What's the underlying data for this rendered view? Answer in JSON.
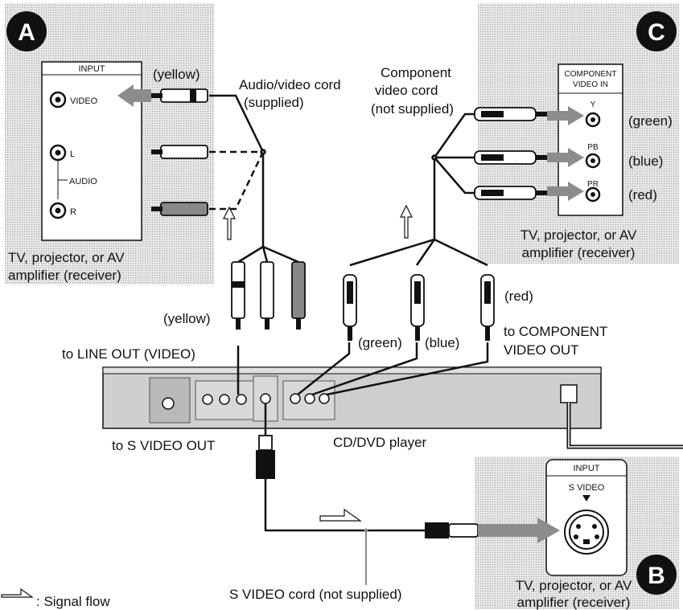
{
  "badges": {
    "a": "A",
    "b": "B",
    "c": "C"
  },
  "panel_a": {
    "input_title": "INPUT",
    "video": "VIDEO",
    "l": "L",
    "audio": "AUDIO",
    "r": "R",
    "caption_1": "TV, projector, or AV",
    "caption_2": "amplifier (receiver)"
  },
  "panel_b": {
    "input_title": "INPUT",
    "svideo": "S VIDEO",
    "caption_1": "TV, projector, or AV",
    "caption_2": "amplifier (receiver)"
  },
  "panel_c": {
    "title_1": "COMPONENT",
    "title_2": "VIDEO IN",
    "y": "Y",
    "pb": "PB",
    "pr": "PR",
    "green": "(green)",
    "blue": "(blue)",
    "red": "(red)",
    "caption_1": "TV, projector, or AV",
    "caption_2": "amplifier (receiver)"
  },
  "labels": {
    "yellow_top": "(yellow)",
    "av_cord_1": "Audio/video cord",
    "av_cord_2": "(supplied)",
    "comp_cord_1": "Component",
    "comp_cord_2": "video cord",
    "comp_cord_3": "(not supplied)",
    "yellow_mid": "(yellow)",
    "line_out": "to LINE OUT (VIDEO)",
    "green_mid": "(green)",
    "blue_mid": "(blue)",
    "red_mid": "(red)",
    "comp_out_1": "to COMPONENT",
    "comp_out_2": "VIDEO OUT",
    "s_video_out": "to S VIDEO OUT",
    "player": "CD/DVD player",
    "svideo_cord": "S VIDEO cord (not supplied)",
    "signal_flow": ": Signal flow"
  },
  "colors": {
    "panel": "#d9d9d9",
    "box": "#ffffff",
    "cable": "#111111",
    "badge": "#111111",
    "arrow": "#8c8c8c",
    "player": "#cfcfcf"
  }
}
